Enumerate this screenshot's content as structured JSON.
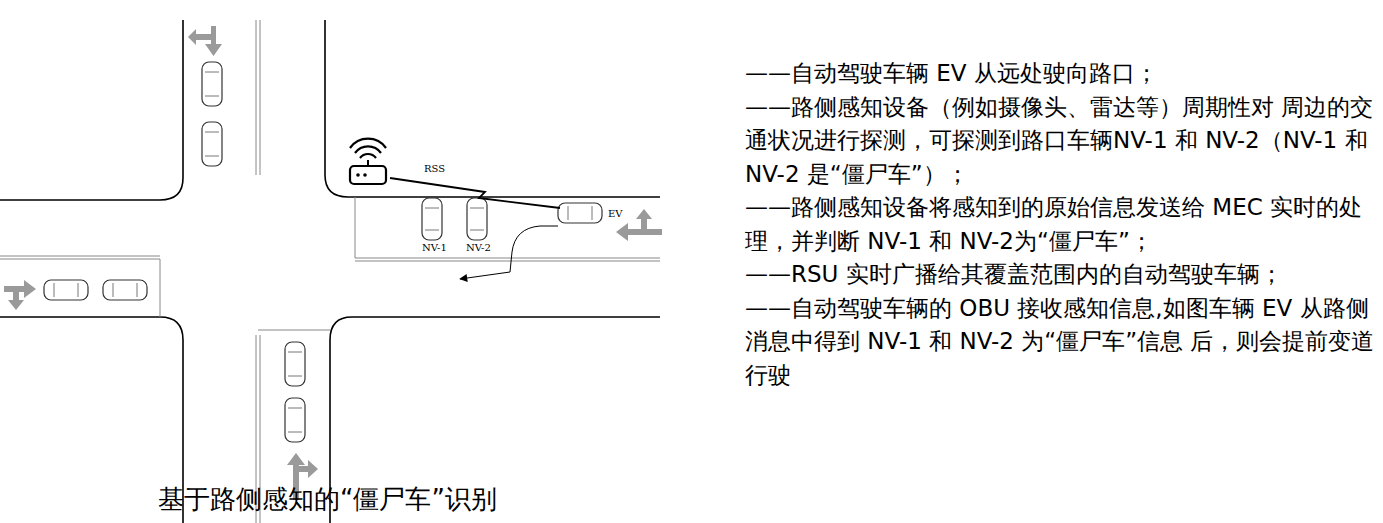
{
  "diagram": {
    "caption": "基于路侧感知的“僵尸车”识别",
    "labels": [
      "RSS",
      "NV-1",
      "NV-2",
      "EV",
      "——自动驾驶车辆 EV 从远处驶向路口；",
      "——路侧感知设备（例如摄像头、雷达等）周期性对 周边的交通状况进行探测，可探测到路口车辆NV-1 和 NV-2（NV-1 和 NV-2 是“僵尸车”）；",
      "——路侧感知设备将感知到的原始信息发送给 MEC 实时的处理，并判断 NV-1 和 NV-2为“僵尸车”；",
      "——RSU 实时广播给其覆盖范围内的自动驾驶车辆；",
      "——自动驾驶车辆的 OBU 接收感知信息,如图车辆 EV 从路侧消息中得到 NV-1 和 NV-2 为“僵尸车”信息 后，则会提前变道行驶"
    ]
  }
}
